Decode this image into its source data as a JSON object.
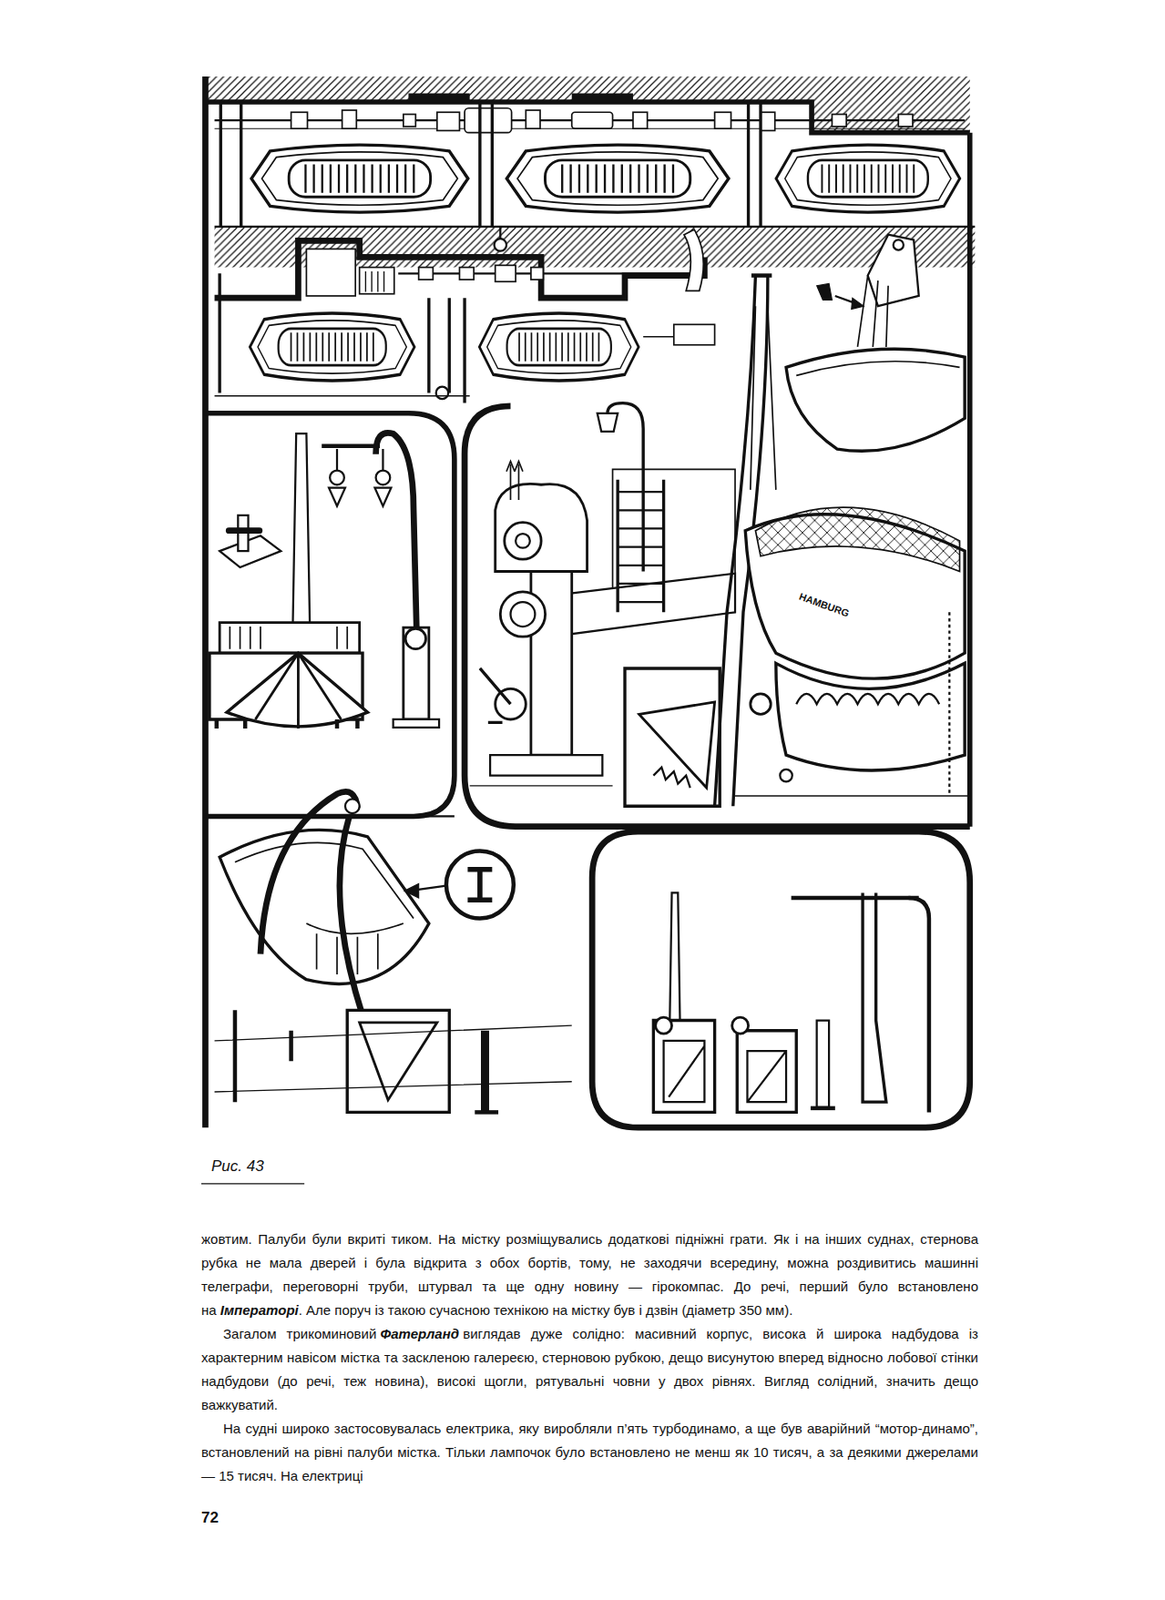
{
  "diagram": {
    "caption": "Рис. 43",
    "labels": [
      "жовтим. Палуби були вкриті тиком. На містку розміщувались додаткові підніжні грати. Як і на інших суднах, стернова рубка не мала дверей і була відкрита з обох бортів, тому, не заходячи всередину, можна роздивитись машинні телеграфи, переговорні труби, штурвал та ще одну новину — гірокомпас. До речі, перший було встановлено на",
      "Імператорі",
      ". Але поруч із такою сучасною технікою на містку був і дзвін (діаметр 350 мм).",
      "Загалом трикоминовий",
      "Фатерланд",
      "виглядав дуже солідно: масивний корпус, висока й широка надбудова із характерним навісом містка та заскленою галереєю, стерновою рубкою, дещо висунутою вперед відносно лобової стінки надбудови (до речі, теж новина), високі щогли, рятувальні човни у двох рівнях. Вигляд солідний, значить дещо важкуватий.",
      "На судні широко застосовувалась електрика, яку виробляли п’ять турбодинамо, а ще був аварійний “мотор-динамо”, встановлений на рівні палуби містка. Тільки лампочок було встановлено не менш як 10 тисяч, а за деякими джерелами — 15 тисяч. На електриці",
      "HAMBURG",
      "72"
    ]
  }
}
